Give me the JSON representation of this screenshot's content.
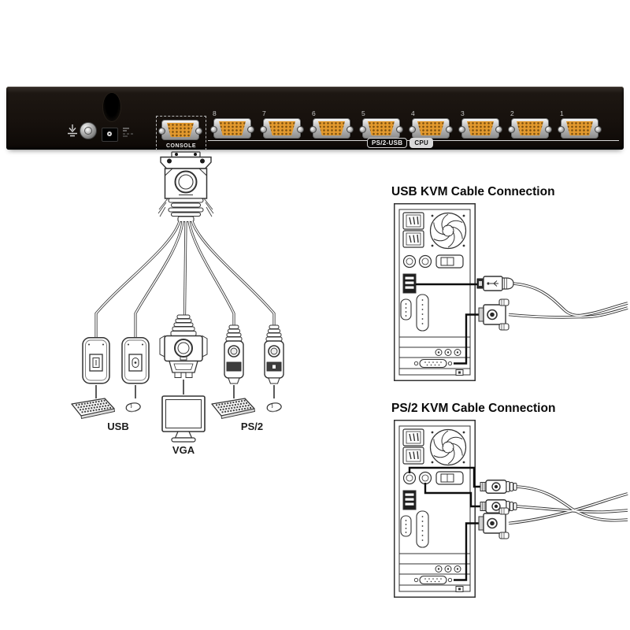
{
  "kvm_panel": {
    "console_label": "CONSOLE",
    "port_numbers": [
      "8",
      "7",
      "6",
      "5",
      "4",
      "3",
      "2",
      "1"
    ],
    "badges": {
      "left": "PS/2-USB",
      "right": "CPU"
    }
  },
  "console_cable": {
    "usb_group_label": "USB",
    "vga_group_label": "VGA",
    "ps2_group_label": "PS/2"
  },
  "sections": {
    "usb_connection": {
      "title": "USB KVM Cable Connection"
    },
    "ps2_connection": {
      "title": "PS/2 KVM Cable Connection"
    }
  },
  "colors": {
    "panel_black": "#17110d",
    "port_face_orange": "#e2992e",
    "line_art": "#333333"
  }
}
